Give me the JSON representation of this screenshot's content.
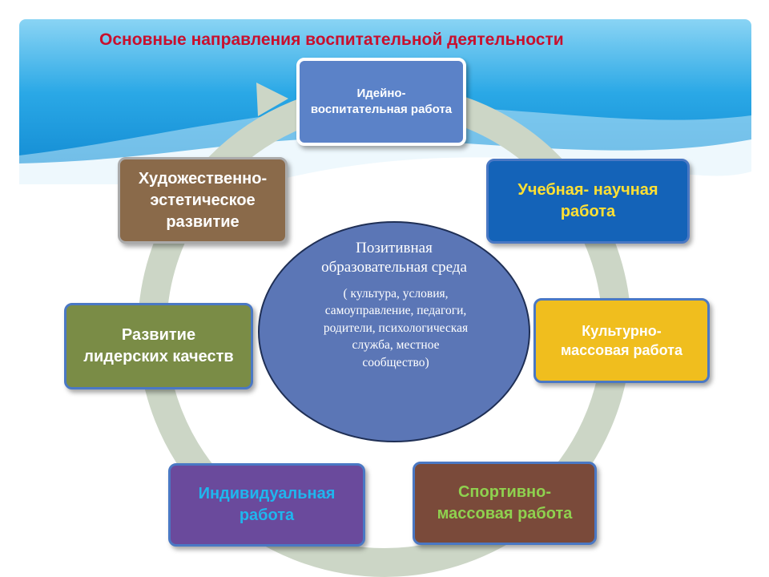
{
  "title": "Основные направления воспитательной деятельности",
  "center": {
    "title": "Позитивная\nобразовательная среда",
    "description": "( культура, условия,\nсамоуправление,  педагоги,\nродители, психологическая\nслужба,  местное\nсообщество)"
  },
  "directions": [
    {
      "label": "Идейно-\nвоспитательная работа",
      "fill": "#5b82c8",
      "text_color": "#ffffff",
      "border": "#ffffff"
    },
    {
      "label": "Учебная- научная\nработа",
      "fill": "#1463b8",
      "text_color": "#ffe033",
      "border": "#4a78c4"
    },
    {
      "label": "Культурно-\nмассовая работа",
      "fill": "#f0be1e",
      "text_color": "#ffffff",
      "border": "#4a78c4"
    },
    {
      "label": "Спортивно-\nмассовая работа",
      "fill": "#7a4a3a",
      "text_color": "#8fd14f",
      "border": "#4a78c4"
    },
    {
      "label": "Индивидуальная\nработа",
      "fill": "#6a4a9c",
      "text_color": "#1fb6ee",
      "border": "#4a78c4"
    },
    {
      "label": "Развитие\nлидерских качеств",
      "fill": "#7a8c46",
      "text_color": "#ffffff",
      "border": "#4a78c4"
    },
    {
      "label": "Художественно-\nэстетическое\nразвитие",
      "fill": "#8a6a4a",
      "text_color": "#ffffff",
      "border": "#aaaaaa"
    }
  ],
  "colors": {
    "banner_sky": "#1a9ee0",
    "ring": "#ccd6c6",
    "title": "#c8102e"
  }
}
